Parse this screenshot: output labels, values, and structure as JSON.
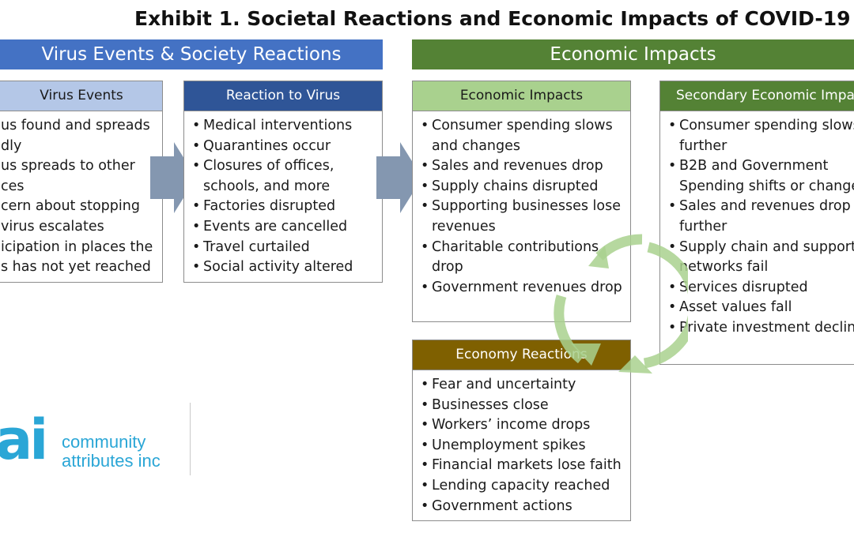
{
  "title": "Exhibit 1. Societal Reactions and Economic Impacts of COVID-19",
  "banners": {
    "left": "Virus Events & Society Reactions",
    "right": "Economic Impacts"
  },
  "boxes": {
    "virus_events": {
      "heading": "Virus Events",
      "items": [
        "us found and spreads",
        "dly",
        "us spreads to other",
        "ces",
        "cern about stopping",
        "virus escalates",
        "icipation in places the",
        "s has not yet reached"
      ]
    },
    "reaction_to_virus": {
      "heading": "Reaction to Virus",
      "items": [
        "Medical interventions",
        "Quarantines occur",
        "Closures of offices, schools, and more",
        "Factories disrupted",
        "Events are cancelled",
        "Travel curtailed",
        "Social activity altered"
      ]
    },
    "economic_impacts": {
      "heading": "Economic Impacts",
      "items": [
        "Consumer spending slows and changes",
        "Sales and revenues drop",
        "Supply chains disrupted",
        "Supporting businesses lose revenues",
        "Charitable contributions drop",
        "Government revenues drop"
      ]
    },
    "secondary_economic_impacts": {
      "heading": "Secondary Economic Impa",
      "items": [
        "Consumer spending slows further",
        "B2B and Government Spending shifts or change",
        "Sales and revenues drop further",
        "Supply chain and support networks fail",
        "Services disrupted",
        "Asset values fall",
        "Private investment declin"
      ]
    },
    "economy_reactions": {
      "heading": "Economy Reactions",
      "items": [
        "Fear and uncertainty",
        "Businesses close",
        "Workers’ income drops",
        "Unemployment spikes",
        "Financial markets lose faith",
        "Lending capacity reached",
        "Government actions"
      ]
    }
  },
  "logo": {
    "mark": "ai",
    "line1": "community",
    "line2": "attributes inc"
  },
  "colors": {
    "blue_banner": "#4472c4",
    "green_banner": "#548235",
    "light_blue": "#b4c7e7",
    "dark_blue": "#2f5597",
    "light_green": "#a9d18e",
    "brown": "#7f6000",
    "arrow": "#8497b0",
    "cycle_green": "#a9d18e",
    "logo_blue": "#2aa6d6"
  }
}
